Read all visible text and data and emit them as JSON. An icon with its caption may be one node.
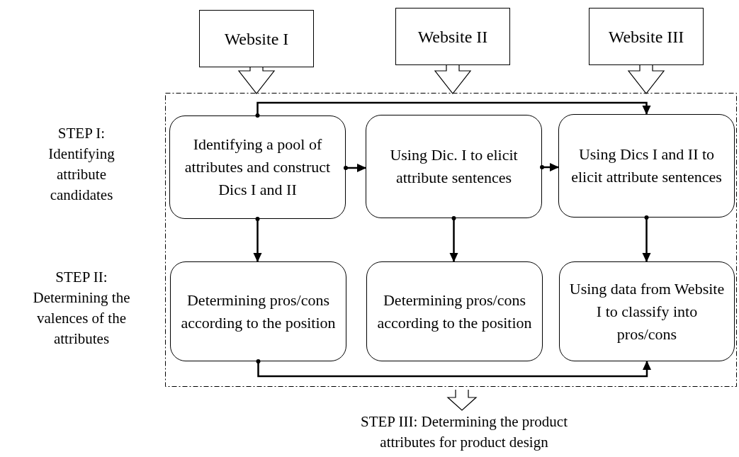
{
  "diagram": {
    "nodes": [
      {
        "text": [
          "Website I"
        ]
      },
      {
        "text": [
          "Website II"
        ]
      },
      {
        "text": [
          "Website III"
        ]
      },
      {
        "text": [],
        "shape": "box"
      },
      {
        "text": [
          "Identifying a pool of attributes and construct Dics I and II"
        ],
        "in": 3
      },
      {
        "text": [
          "Using Dic. I to elicit attribute sentences"
        ],
        "in": 3
      },
      {
        "text": [
          "Using Dics I and II to elicit attribute sentences"
        ],
        "in": 3
      },
      {
        "text": [
          "Determining pros/cons according to the position"
        ],
        "in": 3
      },
      {
        "text": [
          "Determining pros/cons according to the position"
        ],
        "in": 3
      },
      {
        "text": [
          "Using data from Website I to classify into pros/cons"
        ],
        "in": 3
      },
      {
        "text": [
          "STEP III: Determining the product attributes for product design"
        ]
      }
    ],
    "edges": [
      {
        "from": 0,
        "to": 3,
        "arrow": "to"
      },
      {
        "from": 1,
        "to": 3,
        "arrow": "to"
      },
      {
        "from": 2,
        "to": 3,
        "arrow": "to"
      },
      {
        "from": 4,
        "to": 6,
        "arrow": "to"
      },
      {
        "from": 4,
        "to": 5,
        "arrow": "to"
      },
      {
        "from": 5,
        "to": 6,
        "arrow": "to"
      },
      {
        "from": 4,
        "to": 7,
        "arrow": "to"
      },
      {
        "from": 5,
        "to": 8,
        "arrow": "to"
      },
      {
        "from": 6,
        "to": 9,
        "arrow": "to"
      },
      {
        "from": 7,
        "to": 9,
        "arrow": "to"
      },
      {
        "from": 3,
        "to": 10,
        "arrow": "to"
      }
    ],
    "labels": [
      "STEP I: Identifying attribute candidates",
      "STEP II: Determining the valences of the attributes"
    ]
  }
}
